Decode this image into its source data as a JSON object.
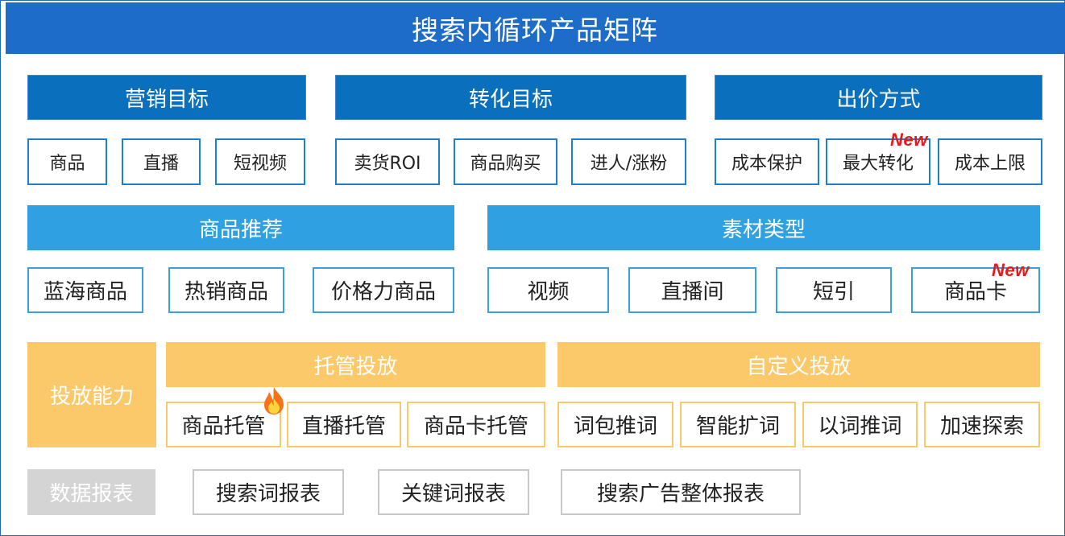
{
  "title": "搜索内循环产品矩阵",
  "marketing_goal": {
    "header": "营销目标",
    "items": [
      "商品",
      "直播",
      "短视频"
    ]
  },
  "conversion_goal": {
    "header": "转化目标",
    "items": [
      "卖货ROI",
      "商品购买",
      "进人/涨粉"
    ]
  },
  "bidding": {
    "header": "出价方式",
    "items": [
      "成本保护",
      "最大转化",
      "成本上限"
    ],
    "new_badge": "New"
  },
  "product_recommend": {
    "header": "商品推荐",
    "items": [
      "蓝海商品",
      "热销商品",
      "价格力商品"
    ]
  },
  "material_type": {
    "header": "素材类型",
    "items": [
      "视频",
      "直播间",
      "短引",
      "商品卡"
    ],
    "new_badge": "New"
  },
  "delivery": {
    "header": "投放能力",
    "managed": {
      "header": "托管投放",
      "items": [
        "商品托管",
        "直播托管",
        "商品卡托管"
      ]
    },
    "custom": {
      "header": "自定义投放",
      "items": [
        "词包推词",
        "智能扩词",
        "以词推词",
        "加速探索"
      ]
    }
  },
  "reports": {
    "header": "数据报表",
    "items": [
      "搜索词报表",
      "关键词报表",
      "搜索广告整体报表"
    ]
  },
  "colors": {
    "title_bg": "#1d6cc9",
    "dark_header": "#0a6fbd",
    "light_header": "#2fa0e2",
    "yellow_header": "#fcc96a",
    "gray_header": "#d4d4d4",
    "new_badge": "#e81818"
  },
  "icons": {
    "hot": "flame-icon"
  }
}
